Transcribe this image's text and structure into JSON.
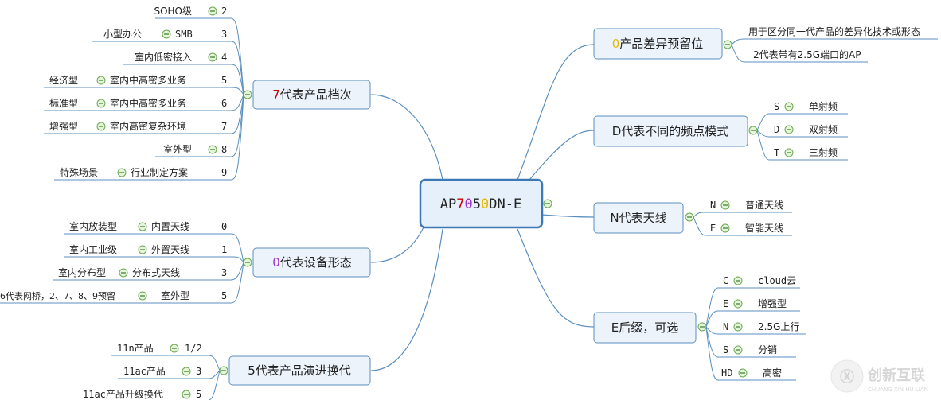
{
  "root": {
    "label": "AP7050DN-E",
    "digits": [
      "AP",
      "7",
      "0",
      "5",
      "0",
      "DN-E"
    ]
  },
  "branches": {
    "level": {
      "label": "7代表产品档次",
      "lead": "7",
      "rest": "代表产品档次",
      "items": [
        {
          "value": "2",
          "desc": "SOHO级",
          "note": ""
        },
        {
          "value": "3",
          "desc": "SMB",
          "note": "小型办公"
        },
        {
          "value": "4",
          "desc": "室内低密接入",
          "note": ""
        },
        {
          "value": "5",
          "desc": "室内中高密多业务",
          "note": "经济型"
        },
        {
          "value": "6",
          "desc": "室内中高密多业务",
          "note": "标准型"
        },
        {
          "value": "7",
          "desc": "室内高密复杂环境",
          "note": "增强型"
        },
        {
          "value": "8",
          "desc": "室外型",
          "note": ""
        },
        {
          "value": "9",
          "desc": "行业制定方案",
          "note": "特殊场景"
        }
      ]
    },
    "form": {
      "label": "0代表设备形态",
      "lead": "0",
      "rest": "代表设备形态",
      "items": [
        {
          "value": "0",
          "desc": "内置天线",
          "note": "室内放装型"
        },
        {
          "value": "1",
          "desc": "外置天线",
          "note": "室内工业级"
        },
        {
          "value": "3",
          "desc": "分布式天线",
          "note": "室内分布型"
        },
        {
          "value": "5",
          "desc": "室外型",
          "note": "6代表网桥，2、7、8、9预留"
        }
      ]
    },
    "evolution": {
      "label": "5代表产品演进换代",
      "items": [
        {
          "value": "1/2",
          "desc": "11n产品"
        },
        {
          "value": "3",
          "desc": "11ac产品"
        },
        {
          "value": "5",
          "desc": "11ac产品升级换代"
        }
      ]
    },
    "reserved": {
      "label": "0产品差异预留位",
      "lead": "0",
      "rest": "产品差异预留位",
      "items": [
        {
          "text": "用于区分同一代产品的差异化技术或形态"
        },
        {
          "text": "2代表带有2.5G端口的AP"
        }
      ]
    },
    "freq": {
      "label": "D代表不同的频点模式",
      "items": [
        {
          "key": "S",
          "desc": "单射频"
        },
        {
          "key": "D",
          "desc": "双射频"
        },
        {
          "key": "T",
          "desc": "三射频"
        }
      ]
    },
    "antenna": {
      "label": "N代表天线",
      "items": [
        {
          "key": "N",
          "desc": "普通天线"
        },
        {
          "key": "E",
          "desc": "智能天线"
        }
      ]
    },
    "suffix": {
      "label": "E后缀，可选",
      "items": [
        {
          "key": "C",
          "desc": "cloud云"
        },
        {
          "key": "E",
          "desc": "增强型"
        },
        {
          "key": "N",
          "desc": "2.5G上行"
        },
        {
          "key": "S",
          "desc": "分销"
        },
        {
          "key": "HD",
          "desc": "高密"
        }
      ]
    }
  },
  "watermark": {
    "text": "创新互联",
    "sub": "CHUANG XIN HU LIAN"
  },
  "colors": {
    "line": "#5a8fbf",
    "node_fill": "#ecf3fb",
    "node_border": "#5a8fbf",
    "root_border": "#3c78b4",
    "root_fill": "#e6f0fa",
    "collapse_fill": "#e4f5d9",
    "collapse_border": "#6aa84f",
    "digit_red": "#cc0000",
    "digit_yellow": "#e6b800",
    "digit_purple": "#9933cc"
  }
}
